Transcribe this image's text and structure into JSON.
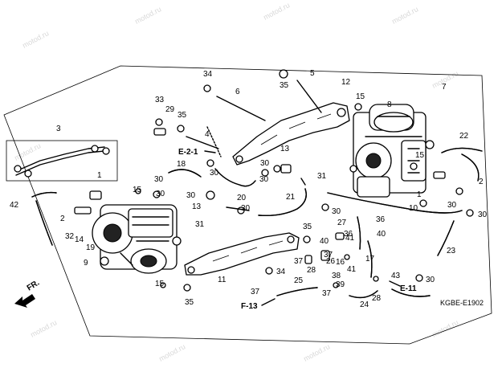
{
  "watermark": "motod.ru",
  "direction_label": "FR.",
  "diagram_code": "KGBE-E1902",
  "refs": {
    "e21": "E-2-1",
    "e11": "E-11",
    "f13": "F-13"
  },
  "callouts": {
    "n1a": "1",
    "n1b": "1",
    "n2a": "2",
    "n2b": "2",
    "n3": "3",
    "n4": "4",
    "n5": "5",
    "n6": "6",
    "n7": "7",
    "n8": "8",
    "n9": "9",
    "n10": "10",
    "n11": "11",
    "n12": "12",
    "n13a": "13",
    "n13b": "13",
    "n14": "14",
    "n15a": "15",
    "n15b": "15",
    "n15c": "15",
    "n15d": "15",
    "n16": "16",
    "n17": "17",
    "n18": "18",
    "n19": "19",
    "n20": "20",
    "n21": "21",
    "n22": "22",
    "n23": "23",
    "n24": "24",
    "n25": "25",
    "n26": "26",
    "n27": "27",
    "n28a": "28",
    "n28b": "28",
    "n29": "29",
    "n30a": "30",
    "n30b": "30",
    "n30c": "30",
    "n30d": "30",
    "n30e": "30",
    "n30f": "30",
    "n30g": "30",
    "n30h": "30",
    "n30i": "30",
    "n30j": "30",
    "n30k": "30",
    "n31a": "31",
    "n31b": "31",
    "n32": "32",
    "n33": "33",
    "n34a": "34",
    "n34b": "34",
    "n35a": "35",
    "n35b": "35",
    "n35c": "35",
    "n35d": "35",
    "n36a": "36",
    "n36b": "36",
    "n37a": "37",
    "n37b": "37",
    "n37c": "37",
    "n37d": "37",
    "n38": "38",
    "n39": "39",
    "n40a": "40",
    "n40b": "40",
    "n41a": "41",
    "n41b": "41",
    "n42": "42",
    "n43": "43"
  }
}
